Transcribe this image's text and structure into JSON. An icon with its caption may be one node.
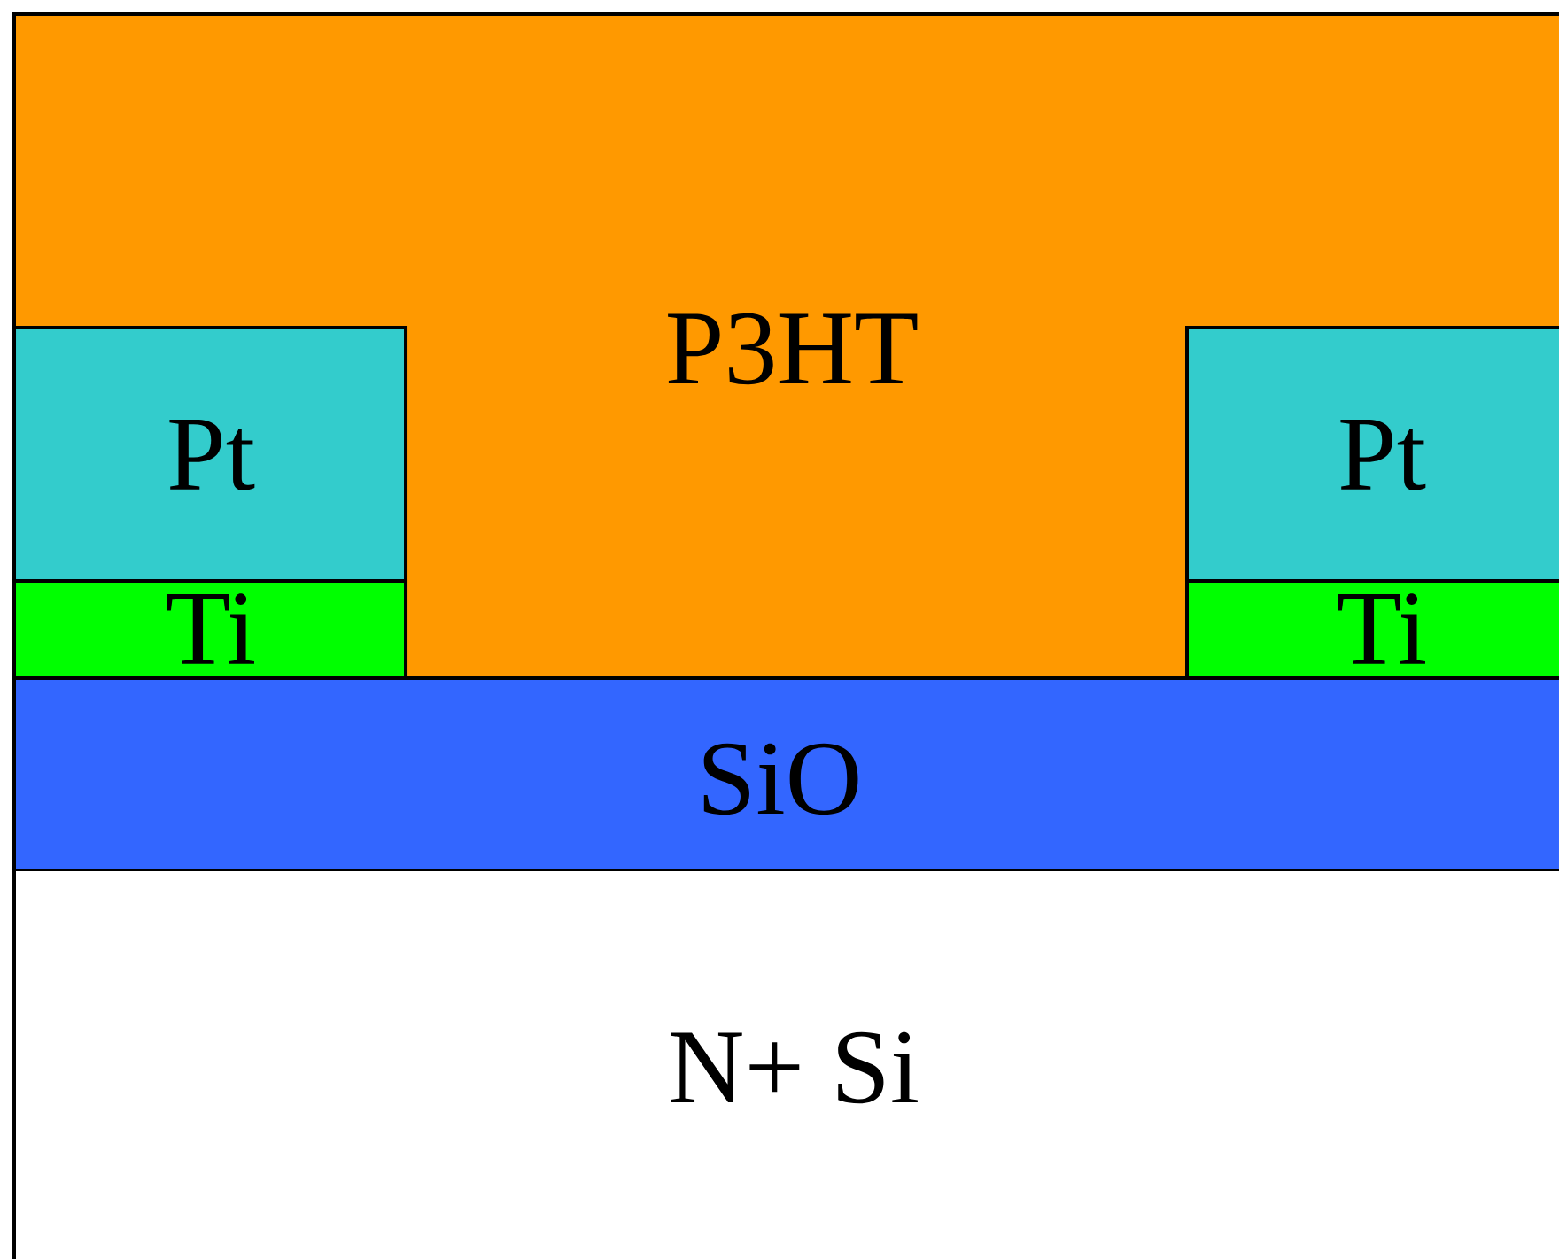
{
  "diagram": {
    "nodes": [
      {
        "text": [
          "P3HT"
        ]
      },
      {
        "text": [
          "Pt"
        ]
      },
      {
        "text": [
          "Ti"
        ]
      },
      {
        "text": [
          "Pt"
        ]
      },
      {
        "text": [
          "Ti"
        ]
      },
      {
        "text": [
          "SiO"
        ]
      },
      {
        "text": [
          "N+  Si"
        ]
      }
    ]
  }
}
